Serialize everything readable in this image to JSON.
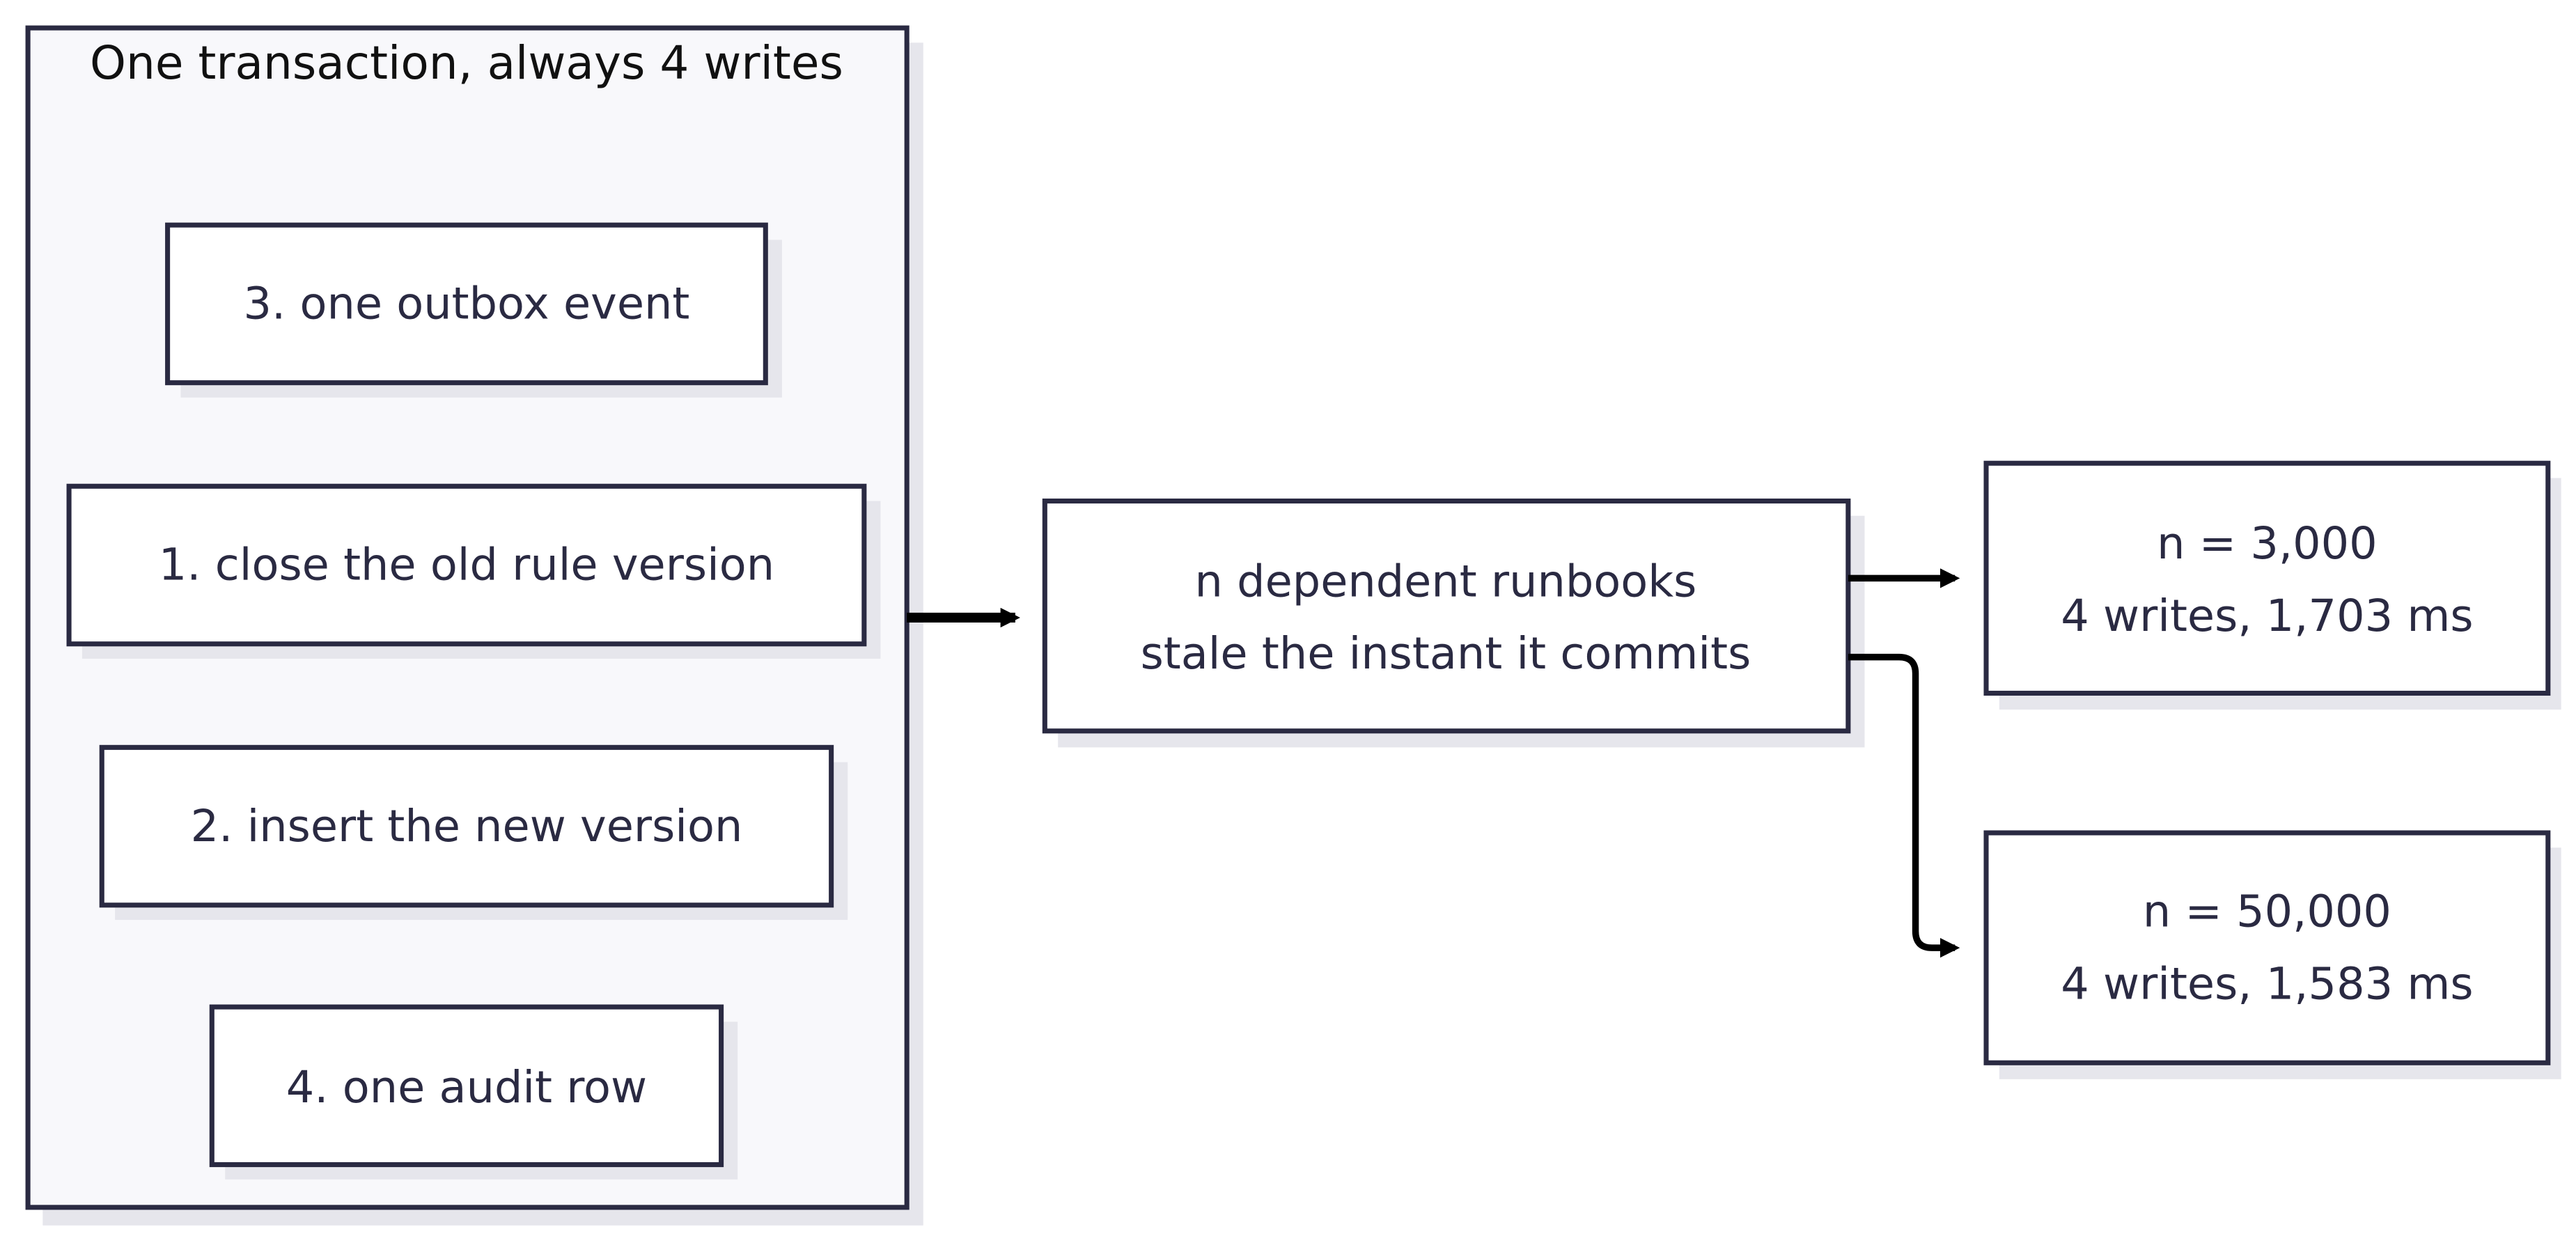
{
  "diagram": {
    "cluster": {
      "title": "One transaction, always 4 writes"
    },
    "steps": [
      {
        "id": "step-3",
        "label": "3. one outbox event"
      },
      {
        "id": "step-1",
        "label": "1. close the old rule version"
      },
      {
        "id": "step-2",
        "label": "2. insert the new version"
      },
      {
        "id": "step-4",
        "label": "4. one audit row"
      }
    ],
    "center": {
      "line1": "n dependent runbooks",
      "line2": "stale the instant it commits"
    },
    "results": [
      {
        "id": "result-3000",
        "line1": "n = 3,000",
        "line2": "4 writes, 1,703 ms"
      },
      {
        "id": "result-50000",
        "line1": "n = 50,000",
        "line2": "4 writes, 1,583 ms"
      }
    ],
    "colors": {
      "border": "#2a2a42",
      "text": "#2a2a42",
      "cluster_fill": "#f8f8fb",
      "shadow": "#e6e6ec",
      "arrow": "#000000"
    }
  }
}
